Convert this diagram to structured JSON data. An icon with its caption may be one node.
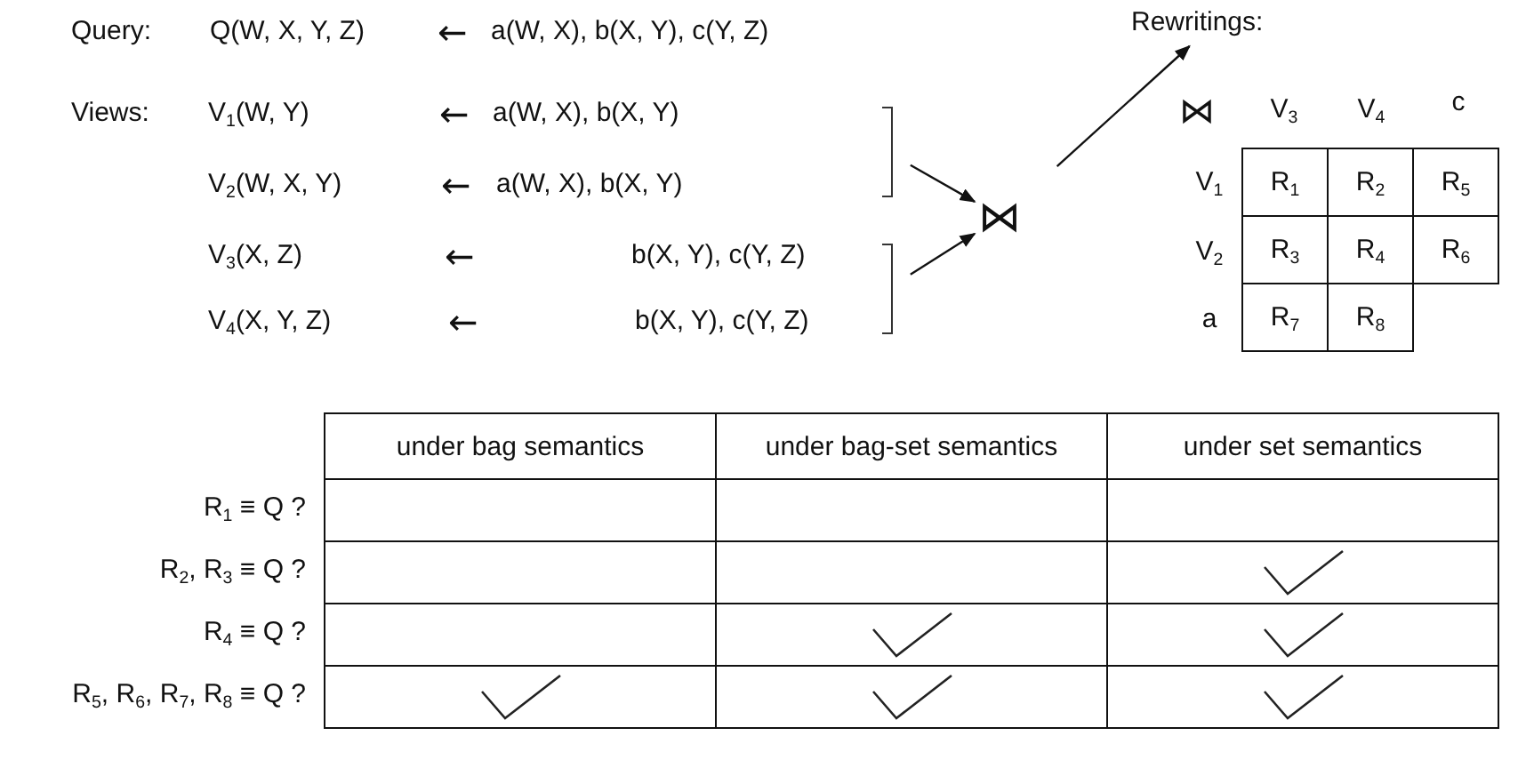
{
  "diagram": {
    "nodes": [
      {
        "text": [],
        "shape": "bracket"
      },
      {
        "text": [],
        "shape": "bracket"
      },
      {
        "text": [
          "⋈"
        ]
      },
      {
        "text": [
          "Rewritings:"
        ]
      }
    ],
    "edges": [
      {
        "from": 0,
        "to": 2,
        "arrow": "to"
      },
      {
        "from": 1,
        "to": 2,
        "arrow": "to"
      },
      {
        "from": 2,
        "to": 3,
        "arrow": "to"
      }
    ],
    "labels": [
      "Query:",
      "Q(W, X, Y, Z)",
      "←",
      "a(W, X), b(X, Y), c(Y, Z)",
      "Views:",
      "V$_{1}$(W, Y)",
      "←",
      "a(W, X), b(X, Y)",
      "V$_{2}$(W, X, Y)",
      "←",
      "a(W, X), b(X, Y)",
      "V$_{3}$(X, Z)",
      "←",
      "b(X, Y), c(Y, Z)",
      "V$_{4}$(X, Y, Z)",
      "←",
      "b(X, Y), c(Y, Z)",
      "⋈",
      "V$_{3}$",
      "V$_{4}$",
      "c",
      "V$_{1}$",
      "R$_{1}$",
      "R$_{2}$",
      "R$_{5}$",
      "V$_{2}$",
      "R$_{3}$",
      "R$_{4}$",
      "R$_{6}$",
      "a",
      "R$_{7}$",
      "R$_{8}$",
      "under bag semantics",
      "under bag-set semantics",
      "under set semantics",
      "R$_{1}$ ≡ Q ?",
      "R$_{2}$, R$_{3}$ ≡ Q ?",
      "R$_{4}$ ≡ Q ?",
      "R$_{5}$, R$_{6}$, R$_{7}$, R$_{8}$ ≡ Q ?"
    ]
  }
}
